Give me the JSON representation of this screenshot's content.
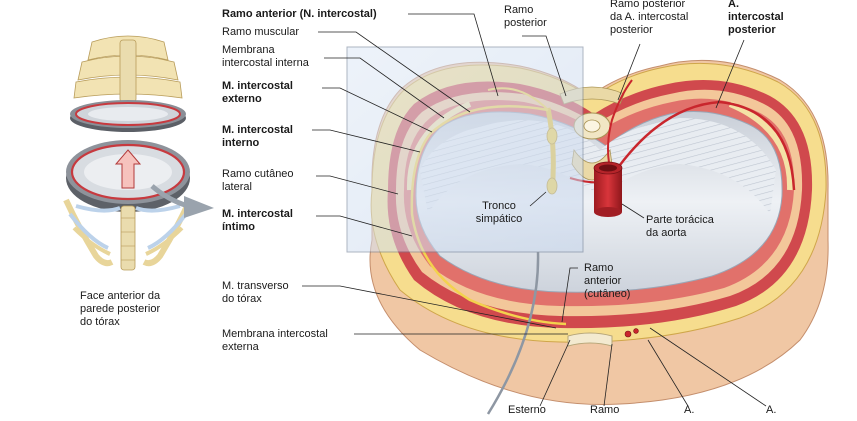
{
  "labels": {
    "ramo_anterior_n_intercostal": "Ramo anterior (N. intercostal)",
    "ramo_muscular": "Ramo muscular",
    "membrana_intercostal_interna": "Membrana\nintercostal interna",
    "m_intercostal_externo": "M. intercostal\nexterno",
    "m_intercostal_interno": "M. intercostal\ninterno",
    "ramo_cutaneo_lateral": "Ramo cutâneo\nlateral",
    "m_intercostal_intimo": "M. intercostal\níntimo",
    "m_transverso_torax": "M. transverso\ndo tórax",
    "membrana_intercostal_externa": "Membrana intercostal\nexterna",
    "ramo_posterior": "Ramo\nposterior",
    "ramo_posterior_a_intercostal": "Ramo posterior\nda A. intercostal\nposterior",
    "a_intercostal_posterior": "A.\nintercostal\nposterior",
    "tronco_simpatico": "Tronco\nsimpático",
    "parte_toracica_aorta": "Parte torácica\nda aorta",
    "ramo_anterior_cutaneo": "Ramo\nanterior\n(cutâneo)",
    "face_anterior": "Face anterior da\nparede posterior\ndo tórax",
    "esterno": "Esterno",
    "ramo_bottom": "Ramo",
    "a_bottom_1": "A.",
    "a_bottom_2": "A."
  },
  "colors": {
    "skin": "#f2d3b0",
    "fat": "#f6dc8e",
    "muscle_red": "#c8343a",
    "muscle_light": "#e88a7e",
    "pleura": "#dfe3ea",
    "bone": "#f1e6c4",
    "rib_yellow": "#efd68a",
    "nerve": "#f3d24d",
    "artery": "#c9262d",
    "inset_box": "#dbe6f4",
    "arrow_gray": "#9aa3ad"
  }
}
